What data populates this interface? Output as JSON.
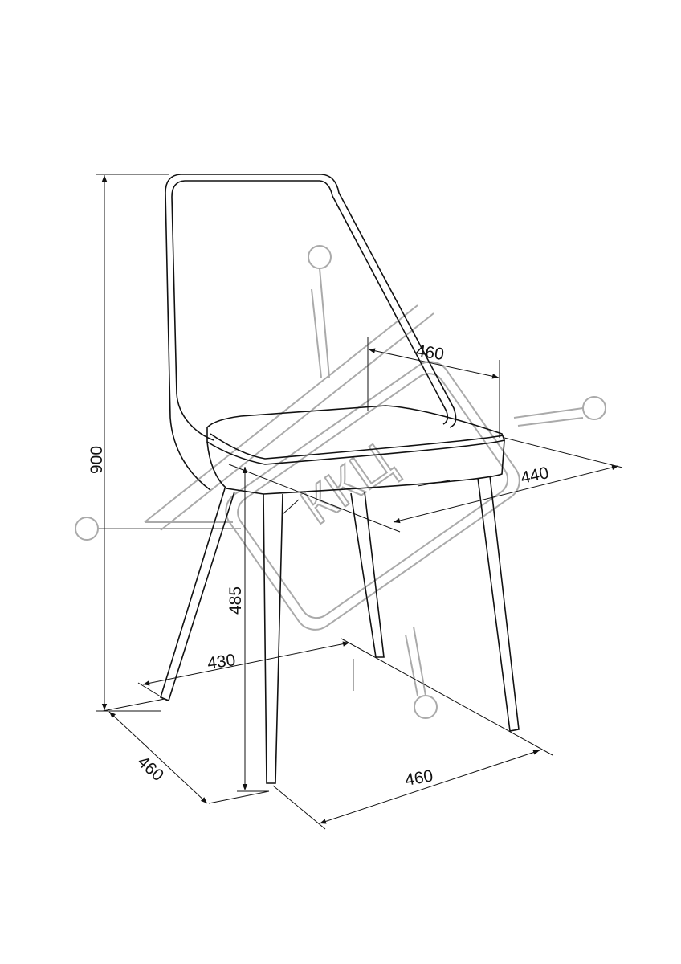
{
  "drawing": {
    "subject": "chair",
    "watermark_text": "ККЦ",
    "dimensions": {
      "total_height": "900",
      "seat_height": "485",
      "seat_width": "460",
      "seat_depth": "440",
      "leg_span_front": "430",
      "base_depth": "460",
      "base_width": "460"
    },
    "colors": {
      "line": "#111111",
      "watermark": "#aaaaaa"
    }
  }
}
